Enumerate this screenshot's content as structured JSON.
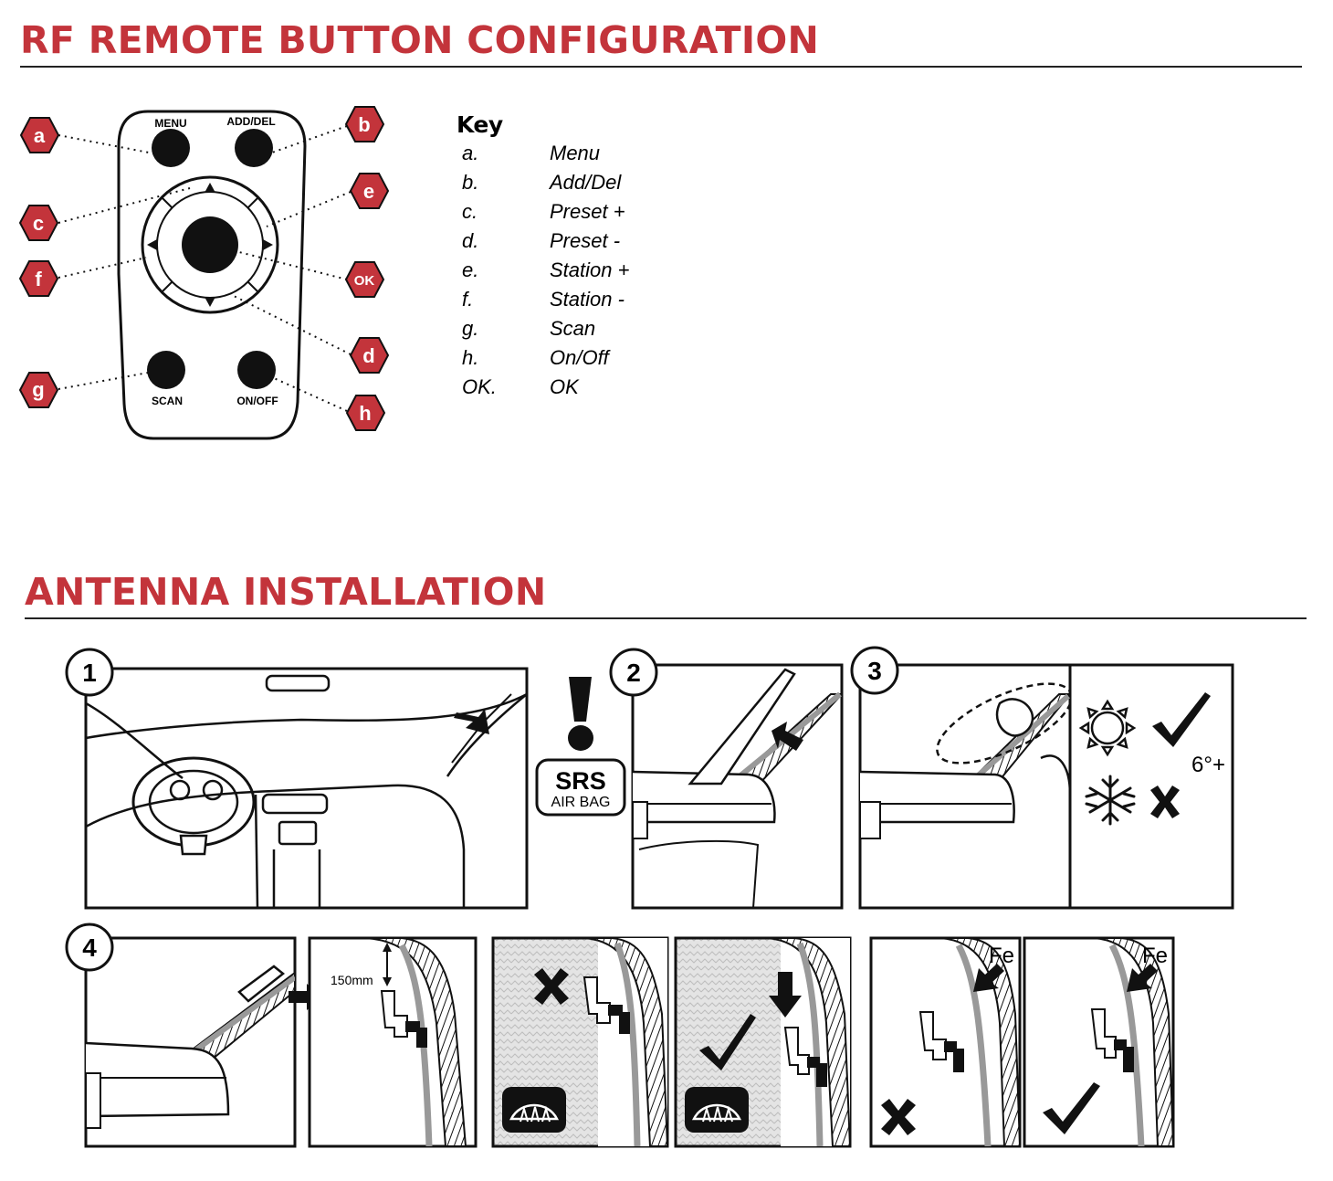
{
  "sections": {
    "remote_title": "RF REMOTE BUTTON CONFIGURATION",
    "antenna_title": "ANTENNA INSTALLATION"
  },
  "remote": {
    "buttons": {
      "menu": "MENU",
      "add_del": "ADD/DEL",
      "scan": "SCAN",
      "on_off": "ON/OFF"
    },
    "callouts": {
      "a": "a",
      "b": "b",
      "c": "c",
      "d": "d",
      "e": "e",
      "f": "f",
      "g": "g",
      "h": "h",
      "ok": "OK"
    }
  },
  "key": {
    "title": "Key",
    "items": [
      {
        "letter": "a.",
        "label": "Menu"
      },
      {
        "letter": "b.",
        "label": "Add/Del"
      },
      {
        "letter": "c.",
        "label": "Preset +"
      },
      {
        "letter": "d.",
        "label": "Preset -"
      },
      {
        "letter": "e.",
        "label": "Station +"
      },
      {
        "letter": "f.",
        "label": "Station -"
      },
      {
        "letter": "g.",
        "label": "Scan"
      },
      {
        "letter": "h.",
        "label": "On/Off"
      },
      {
        "letter": "OK.",
        "label": "OK"
      }
    ]
  },
  "steps": {
    "step1": "1",
    "step2": "2",
    "step3": "3",
    "step4": "4",
    "srs": "SRS",
    "airbag": "AIR BAG",
    "temp": "6°+",
    "distance": "150mm",
    "metal": "Fe"
  },
  "colors": {
    "accent": "#c3343b",
    "badge": "#c3343b",
    "ink": "#111111"
  }
}
